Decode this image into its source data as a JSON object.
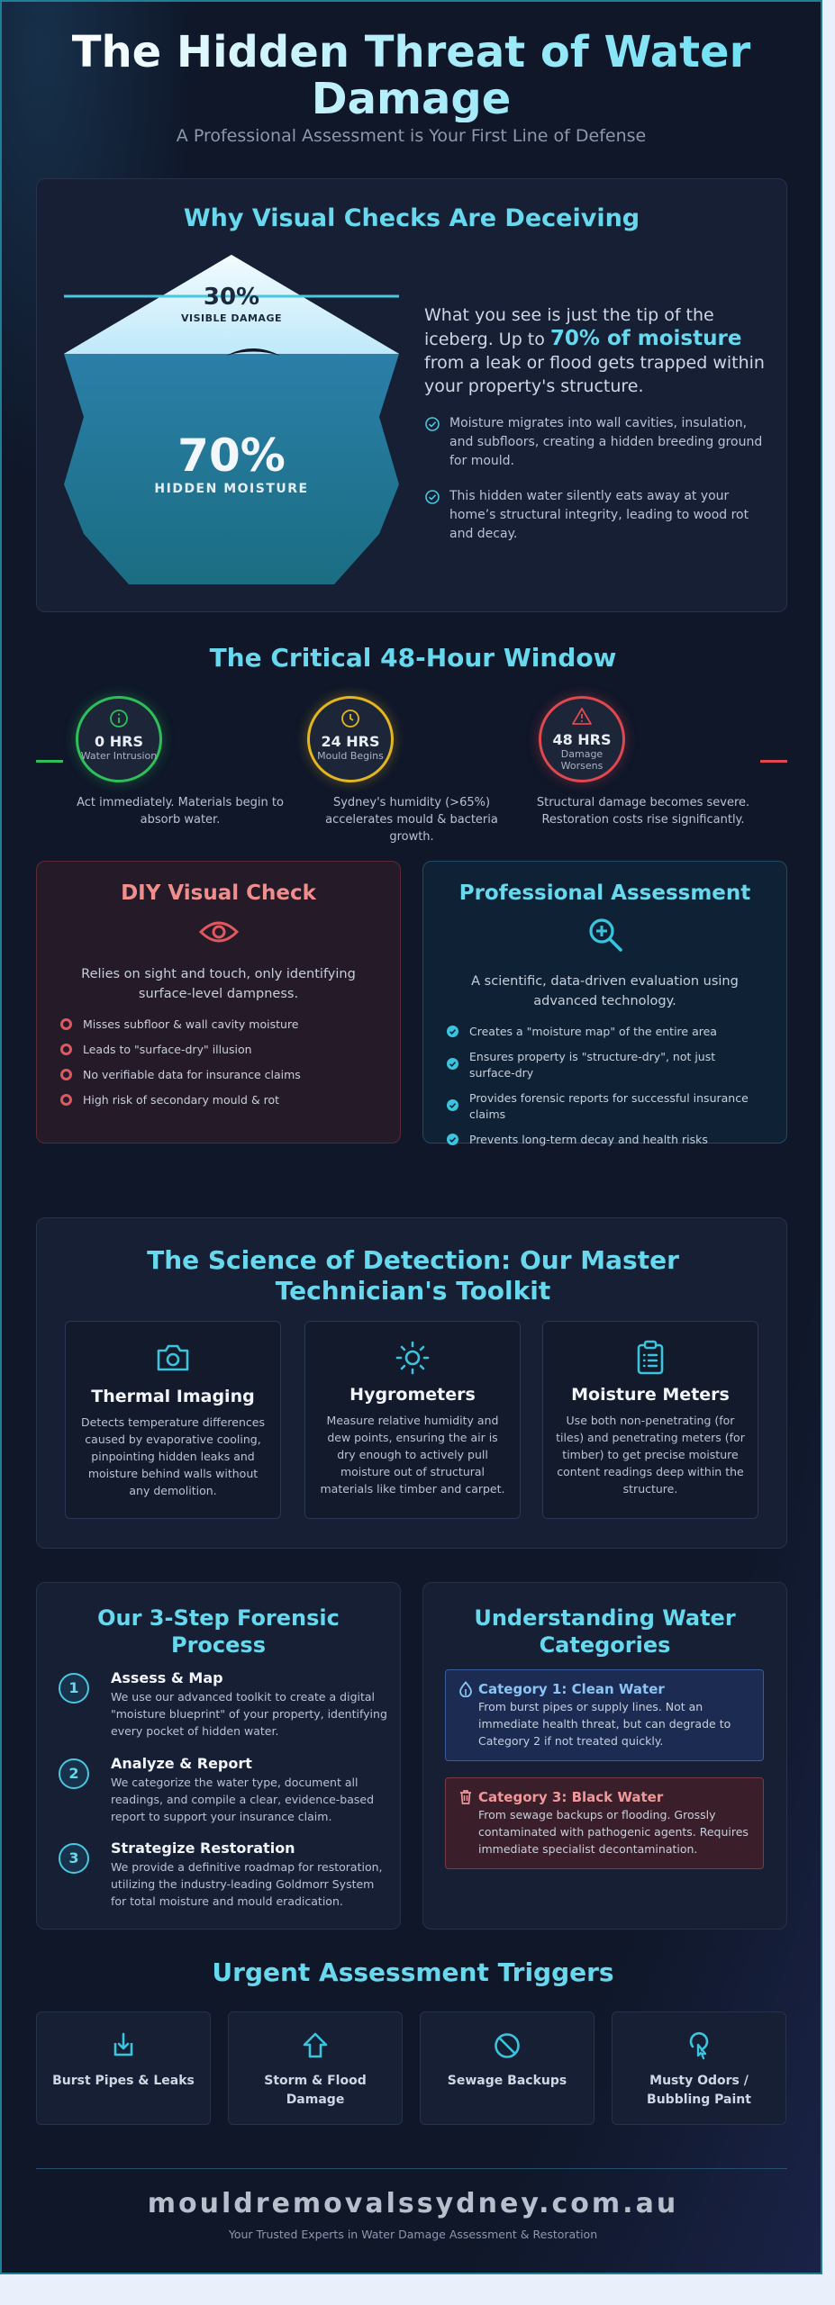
{
  "header": {
    "title": "The Hidden Threat of Water Damage",
    "subtitle": "A Professional Assessment is Your First Line of Defense"
  },
  "iceberg": {
    "title": "Why Visual Checks Are Deceiving",
    "visible_pct": "30%",
    "visible_label": "VISIBLE DAMAGE",
    "hidden_pct": "70%",
    "hidden_label": "HIDDEN MOISTURE",
    "lead_before": "What you see is just the tip of the iceberg. Up to ",
    "lead_highlight": "70% of moisture",
    "lead_after": " from a leak or flood gets trapped within your property's structure.",
    "points": [
      "Moisture migrates into wall cavities, insulation, and subfloors, creating a hidden breeding ground for mould.",
      "This hidden water silently eats away at your home’s structural integrity, leading to wood rot and decay."
    ]
  },
  "window": {
    "title": "The Critical 48-Hour Window",
    "nodes": [
      {
        "time": "0 HRS",
        "label": "Water Intrusion",
        "caption": "Act immediately. Materials begin to absorb water.",
        "color": "#2fbf5a",
        "icon": "info-icon"
      },
      {
        "time": "24 HRS",
        "label": "Mould Begins",
        "caption": "Sydney's humidity (>65%) accelerates mould & bacteria growth.",
        "color": "#e3b51f",
        "icon": "clock-icon"
      },
      {
        "time": "48 HRS",
        "label": "Damage Worsens",
        "caption": "Structural damage becomes severe. Restoration costs rise significantly.",
        "color": "#e0474f",
        "icon": "warning-icon"
      }
    ]
  },
  "compare": {
    "diy": {
      "title": "DIY Visual Check",
      "desc": "Relies on sight and touch, only identifying surface-level dampness.",
      "items": [
        "Misses subfloor & wall cavity moisture",
        "Leads to \"surface-dry\" illusion",
        "No verifiable data for insurance claims",
        "High risk of secondary mould & rot"
      ],
      "icon": "eye-icon"
    },
    "pro": {
      "title": "Professional Assessment",
      "desc": "A scientific, data-driven evaluation using advanced technology.",
      "items": [
        "Creates a \"moisture map\" of the entire area",
        "Ensures property is \"structure-dry\", not just surface-dry",
        "Provides forensic reports for successful insurance claims",
        "Prevents long-term decay and health risks"
      ],
      "icon": "zoom-in-icon"
    }
  },
  "toolkit": {
    "title": "The Science of Detection: Our Master Technician's Toolkit",
    "tools": [
      {
        "name": "Thermal Imaging",
        "desc": "Detects temperature differences caused by evaporative cooling, pinpointing hidden leaks and moisture behind walls without any demolition.",
        "icon": "camera-icon"
      },
      {
        "name": "Hygrometers",
        "desc": "Measure relative humidity and dew points, ensuring the air is dry enough to actively pull moisture out of structural materials like timber and carpet.",
        "icon": "sun-icon"
      },
      {
        "name": "Moisture Meters",
        "desc": "Use both non-penetrating (for tiles) and penetrating meters (for timber) to get precise moisture content readings deep within the structure.",
        "icon": "clipboard-icon"
      }
    ]
  },
  "process": {
    "title": "Our 3-Step Forensic Process",
    "steps": [
      {
        "num": "1",
        "title": "Assess & Map",
        "desc": "We use our advanced toolkit to create a digital \"moisture blueprint\" of your property, identifying every pocket of hidden water."
      },
      {
        "num": "2",
        "title": "Analyze & Report",
        "desc": "We categorize the water type, document all readings, and compile a clear, evidence-based report to support your insurance claim."
      },
      {
        "num": "3",
        "title": "Strategize Restoration",
        "desc": "We provide a definitive roadmap for restoration, utilizing the industry-leading Goldmorr System for total moisture and mould eradication."
      }
    ]
  },
  "categories": {
    "title": "Understanding Water Categories",
    "items": [
      {
        "title": "Category 1: Clean Water",
        "desc": "From burst pipes or supply lines. Not an immediate health threat, but can degrade to Category 2 if not treated quickly.",
        "icon": "droplet-icon"
      },
      {
        "title": "Category 3: Black Water",
        "desc": "From sewage backups or flooding. Grossly contaminated with pathogenic agents. Requires immediate specialist decontamination.",
        "icon": "trash-icon"
      }
    ]
  },
  "triggers": {
    "title": "Urgent Assessment Triggers",
    "items": [
      {
        "label": "Burst Pipes & Leaks",
        "icon": "pipe-leak-icon"
      },
      {
        "label": "Storm & Flood Damage",
        "icon": "house-icon"
      },
      {
        "label": "Sewage Backups",
        "icon": "ban-icon"
      },
      {
        "label": "Musty Odors / Bubbling Paint",
        "icon": "paint-drip-icon"
      }
    ]
  },
  "footer": {
    "site": "mouldremovalssydney.com.au",
    "tagline": "Your Trusted Experts in Water Damage Assessment & Restoration"
  },
  "colors": {
    "accent": "#67d8ee",
    "diy_accent": "#f08d8d",
    "danger": "#e0474f"
  }
}
